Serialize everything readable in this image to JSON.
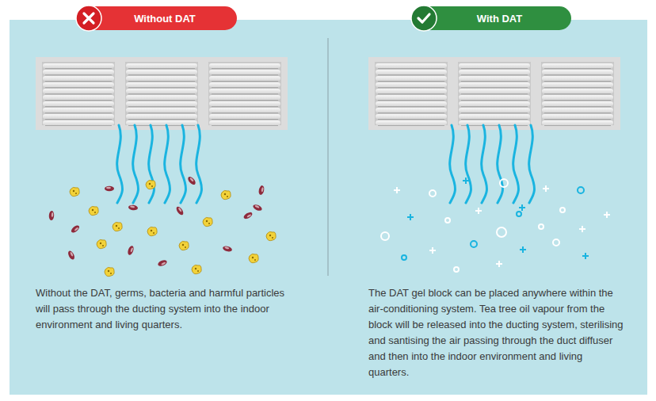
{
  "diagram": {
    "nodes": [
      {
        "text": [
          "Without DAT"
        ]
      },
      {
        "text": [
          "With DAT"
        ]
      }
    ],
    "labels": [
      "Without the DAT, germs, bacteria and harmful particles will pass through the ducting system into the indoor environment and living quarters.",
      "The DAT gel block can be placed anywhere within the air-conditioning system. Tea tree oil vapour from the block will be released into the ducting system, sterilising and santising the air passing through the duct diffuser and then into the indoor environment and living quarters."
    ]
  }
}
